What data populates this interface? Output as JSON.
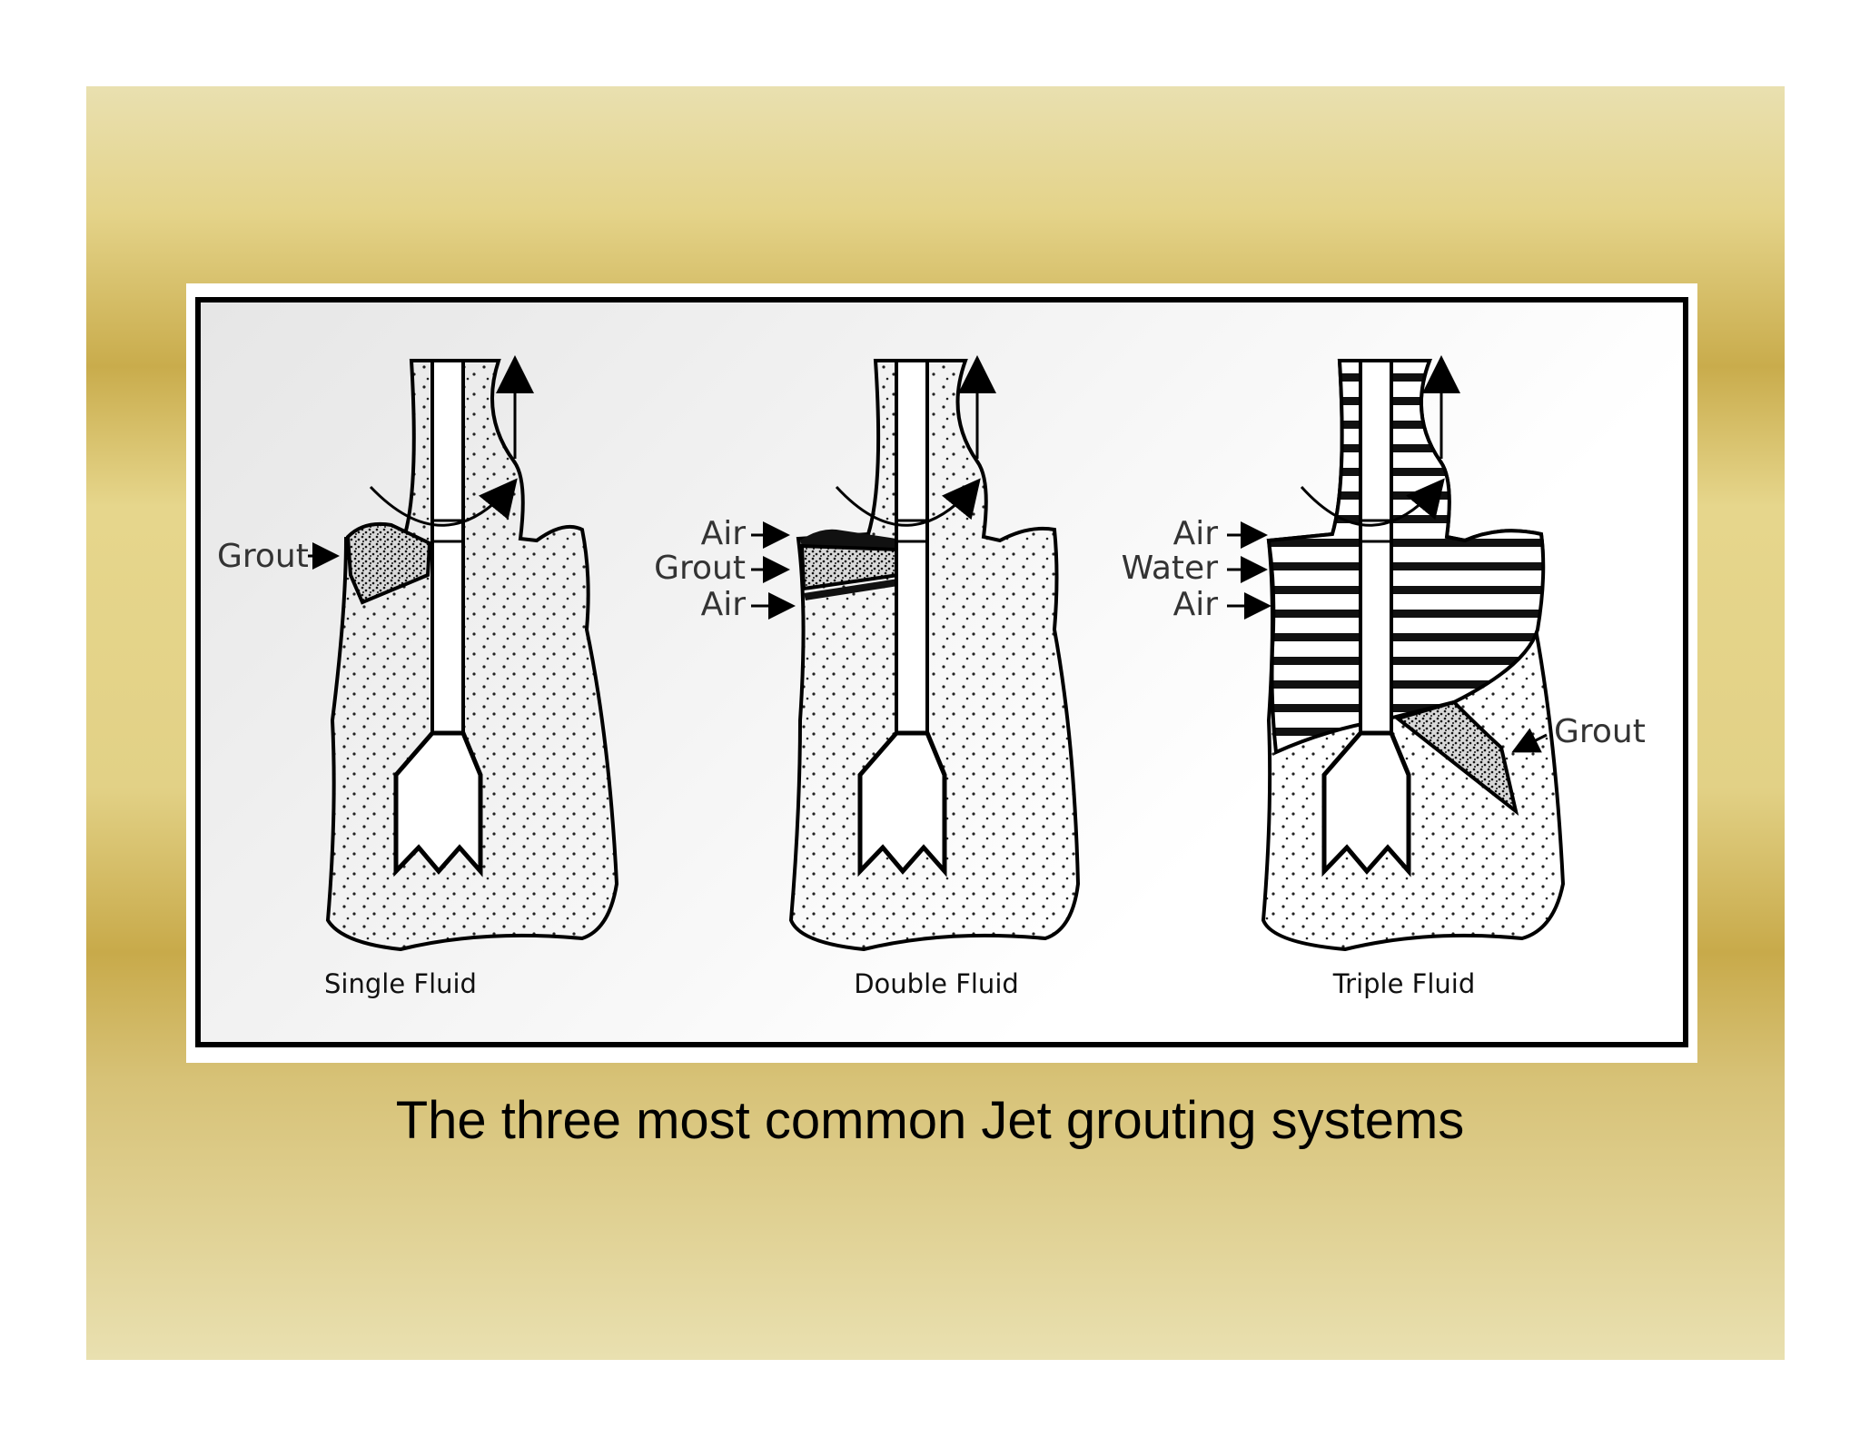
{
  "diagram": {
    "panels": [
      {
        "caption": "Single Fluid",
        "labels": [
          "Grout"
        ]
      },
      {
        "caption": "Double Fluid",
        "labels": [
          "Air",
          "Grout",
          "Air"
        ]
      },
      {
        "caption": "Triple Fluid",
        "labels": [
          "Air",
          "Water",
          "Air",
          "Grout"
        ]
      }
    ]
  },
  "caption": "The three most common Jet grouting systems"
}
